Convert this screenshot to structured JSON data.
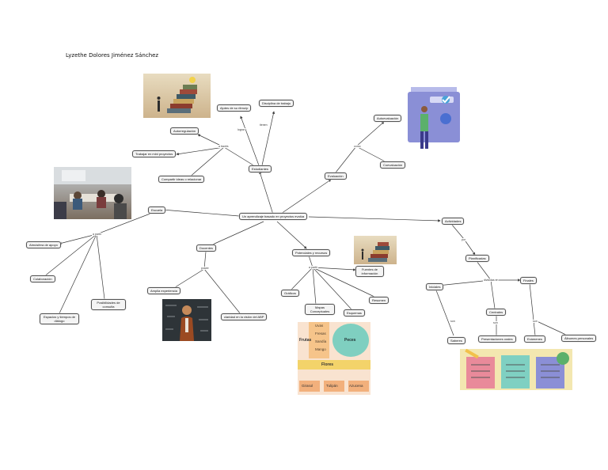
{
  "author": "Lyzethe Dolores Jiménez Sánchez",
  "central": "Un aprendizaje basado en proyectos evalúa",
  "nodes": {
    "estudiantes": "Estudiantes",
    "ritmo": "Ajutes de su ritmo/p",
    "disciplina": "Disciplina de trabajo",
    "autorregulacion": "Autorregulación",
    "mini_proyectos": "Trabajar en mini proyectos",
    "compartir": "Compartir ideas o relacionar",
    "evaluacion": "Evaluación",
    "autoevaluacion": "Autoevaluación",
    "coevaluacion": "Coevaluación",
    "escuela": "Escuela",
    "atmosfera": "Atmósfera de apoyo",
    "colaboracion": "Colaboración",
    "espacios": "Espacios y tiempos de diálogo",
    "posibilidades": "Posibilidades de consulta",
    "docentes": "Docentes",
    "amplia": "Amplia experiencia",
    "claridad": "claridad en la visión del ABP",
    "potenciales": "Potenciales y recursos",
    "fuentes": "Fuentes de información",
    "graficos": "Gráficos",
    "mapas": "Mapas Conceptuales",
    "esquemas": "Esquemas",
    "resumen": "Resumen",
    "actividades": "Actividades",
    "planificadas": "Planificadas",
    "iniciales": "Iniciales",
    "centrales": "Centrales",
    "finales": "Finales",
    "saberes": "Saberes",
    "presentaciones": "Presentaciones orales",
    "examenes": "Exámenes",
    "albumes": "Álbumes personales"
  },
  "links": {
    "a_traves": "a través",
    "logran": "lograr",
    "tienen": "tienen",
    "como": "como",
    "a_partir": "a partir",
    "posee": "posee",
    "por": "por",
    "divididas": "divididas en",
    "son": "son"
  },
  "image_texts": {
    "frutas": "Frutas",
    "uva": "Uvas",
    "fresas": "Fresas",
    "sandia": "Sandía",
    "mango": "Mango",
    "peces": "Peces",
    "flores": "Flores",
    "girasol": "Girasol",
    "tulipan": "Tulipán",
    "azucena": "Azucena"
  },
  "colors": {
    "node_fill": "#f4f4f4",
    "node_border": "#555555",
    "line": "#3a3a3a"
  }
}
